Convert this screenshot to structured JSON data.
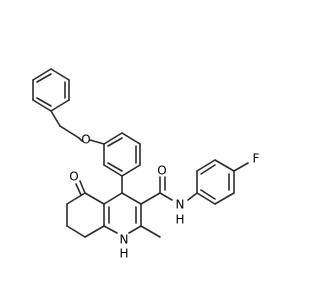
{
  "molecule": {
    "colors": {
      "background": "#ffffff",
      "bond": "#2b2b2b",
      "label": "#000000"
    },
    "atoms": {
      "O_ether": "O",
      "O_ketone": "O",
      "O_amide": "O",
      "N_amide": "N",
      "H_amide": "H",
      "N_ring": "N",
      "H_ring": "H",
      "F": "F"
    }
  }
}
